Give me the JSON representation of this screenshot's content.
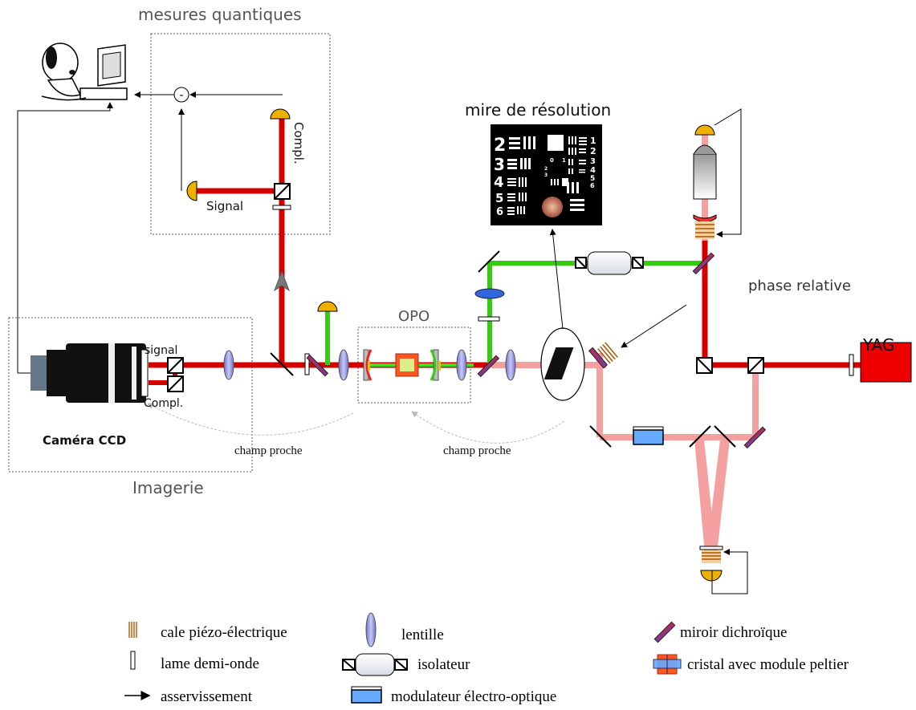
{
  "labels": {
    "mesures": "mesures quantiques",
    "mire_title": "mire de résolution",
    "phase": "phase relative",
    "yag": "YAG",
    "opo": "OPO",
    "signal_upper": "Signal",
    "compl_vertical": "Compl.",
    "signal_cam": "signal",
    "compl_cam": "Compl.",
    "camera": "Caméra CCD",
    "imagerie": "Imagerie",
    "champ1": "champ proche",
    "champ2": "champ proche",
    "minus": "-"
  },
  "mire": {
    "left_nums": [
      "2",
      "3",
      "4",
      "5",
      "6"
    ],
    "right_nums": [
      "1",
      "2",
      "3",
      "4",
      "5",
      "6"
    ],
    "small_nums": [
      "0",
      "1",
      "2",
      "3"
    ]
  },
  "legend": {
    "piezo": "cale piézo-électrique",
    "halfwave": "lame demi-onde",
    "servo": "asservissement",
    "lens": "lentille",
    "isolator": "isolateur",
    "eom": "modulateur électro-optique",
    "dichroic": "miroir dichroïque",
    "crystal": "cristal avec module peltier"
  },
  "colors": {
    "red_beam": "#d40000",
    "green_beam": "#33cc11",
    "pink_beam": "#f4a0a0",
    "yag": "#ee0000"
  }
}
